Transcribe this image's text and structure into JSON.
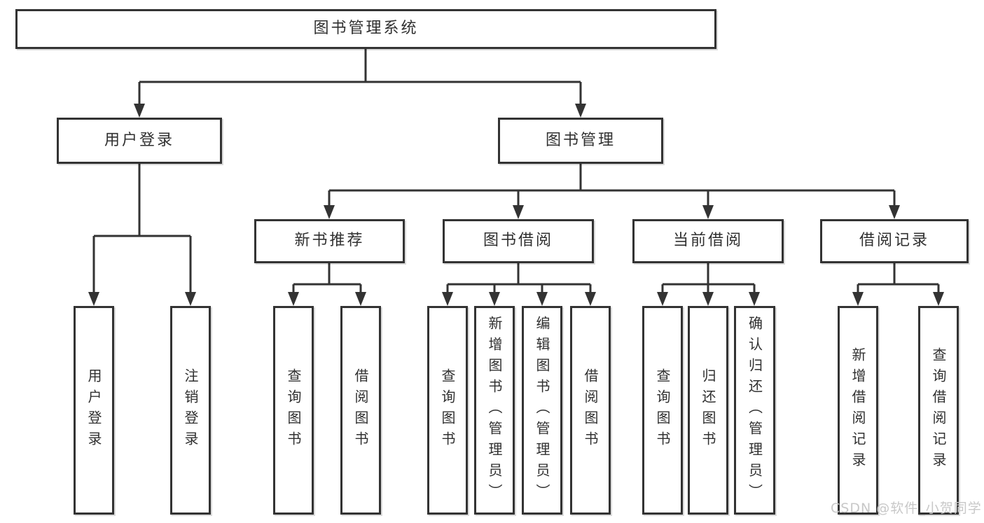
{
  "tree": {
    "label": "图书管理系统",
    "children": [
      {
        "label": "用户登录",
        "children": [
          {
            "label": "用户登录"
          },
          {
            "label": "注销登录"
          }
        ]
      },
      {
        "label": "图书管理",
        "children": [
          {
            "label": "新书推荐",
            "children": [
              {
                "label": "查询图书"
              },
              {
                "label": "借阅图书"
              }
            ]
          },
          {
            "label": "图书借阅",
            "children": [
              {
                "label": "查询图书"
              },
              {
                "label": "新增图书（管理员）"
              },
              {
                "label": "编辑图书（管理员）"
              },
              {
                "label": "借阅图书"
              }
            ]
          },
          {
            "label": "当前借阅",
            "children": [
              {
                "label": "查询图书"
              },
              {
                "label": "归还图书"
              },
              {
                "label": "确认归还（管理员）"
              }
            ]
          },
          {
            "label": "借阅记录",
            "children": [
              {
                "label": "新增借阅记录"
              },
              {
                "label": "查询借阅记录"
              }
            ]
          }
        ]
      }
    ]
  },
  "watermark": {
    "text": "CSDN @软件_小贺同学"
  },
  "colors": {
    "line": "#333333",
    "box_background": "#ffffff",
    "watermark_text": "#c8c8c8"
  }
}
